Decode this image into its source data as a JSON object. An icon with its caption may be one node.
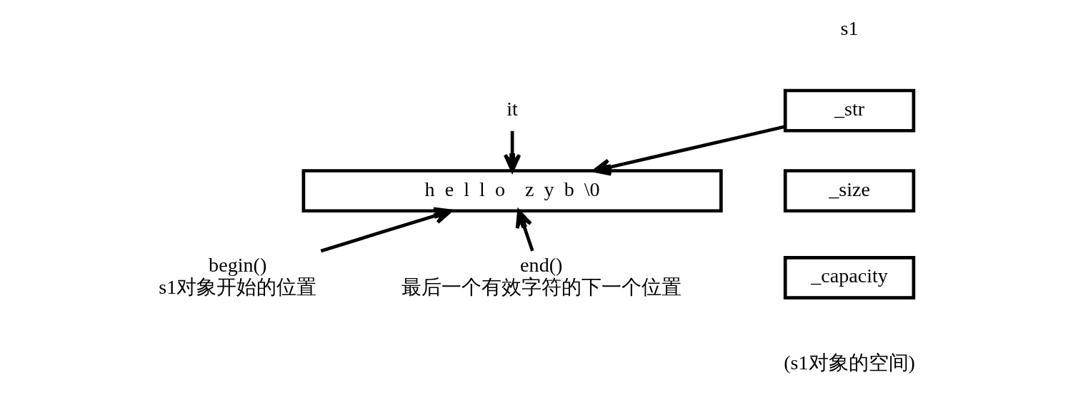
{
  "diagram": {
    "nodes": [
      {
        "text": [
          "_str"
        ]
      },
      {
        "text": [
          "_size"
        ]
      },
      {
        "text": [
          "_capacity"
        ]
      },
      {
        "text": [
          "h  e  l  l  o    z  y  b  \\0"
        ]
      },
      {
        "text": [
          "it"
        ]
      },
      {
        "text": [
          "begin()",
          "s1对象开始的位置"
        ]
      },
      {
        "text": [
          "end()",
          "最后一个有效字符的下一个位置"
        ]
      }
    ],
    "edges": [
      {
        "from": 0,
        "to": 3,
        "arrow": "to"
      },
      {
        "from": 4,
        "to": 3,
        "arrow": "to"
      },
      {
        "from": 5,
        "to": 3,
        "arrow": "to"
      },
      {
        "from": 6,
        "to": 3,
        "arrow": "to"
      }
    ],
    "labels": [
      "s1",
      "(s1对象的空间)"
    ]
  }
}
